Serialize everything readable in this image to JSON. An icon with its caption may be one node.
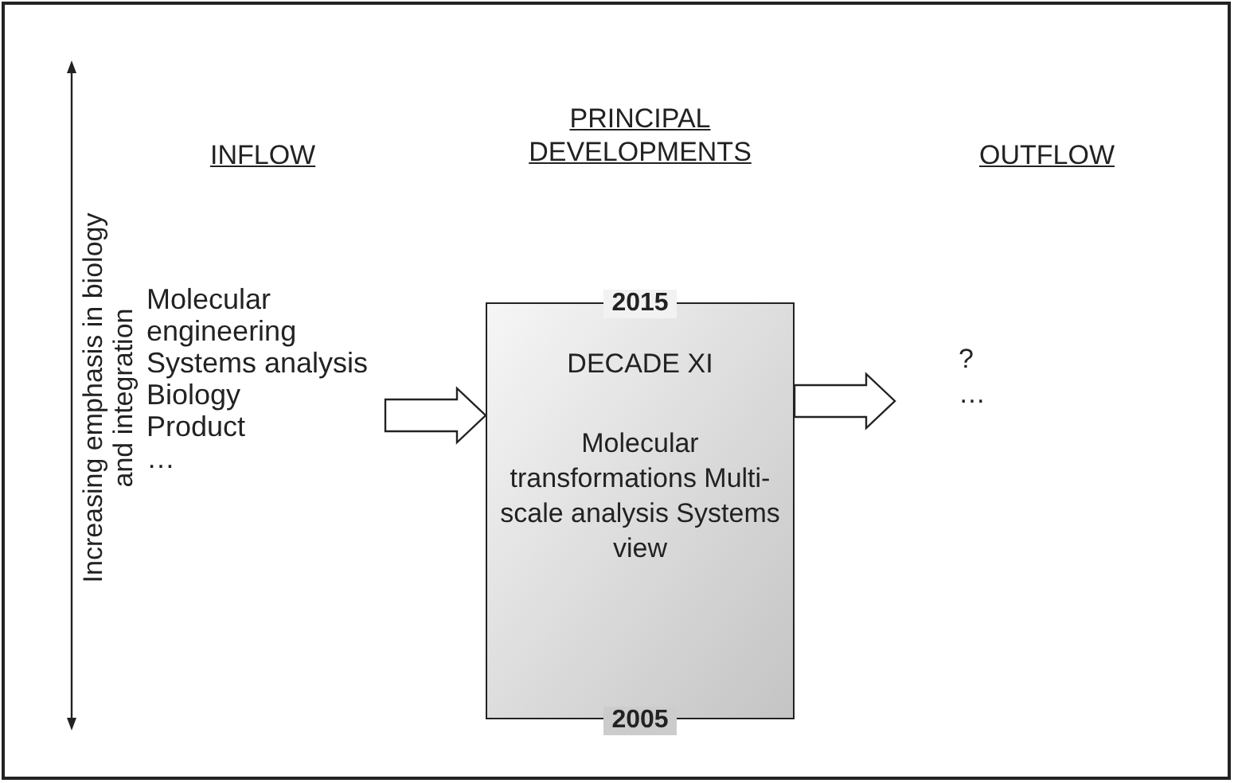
{
  "diagram": {
    "nodes": [
      {
        "text": [
          "INFLOW",
          "Molecular engineering",
          "Systems analysis",
          "Biology",
          "Product",
          "…"
        ]
      },
      {
        "text": [
          "PRINCIPAL DEVELOPMENTS",
          "2015",
          "DECADE XI",
          "Molecular transformations Multi-scale analysis Systems view",
          "2005"
        ]
      },
      {
        "text": [
          "OUTFLOW",
          "?",
          "…"
        ]
      }
    ],
    "edges": [
      {
        "from": 0,
        "to": 1,
        "arrow": "to"
      },
      {
        "from": 1,
        "to": 2,
        "arrow": "to"
      }
    ],
    "labels": [
      "Increasing emphasis in biology and integration"
    ]
  }
}
